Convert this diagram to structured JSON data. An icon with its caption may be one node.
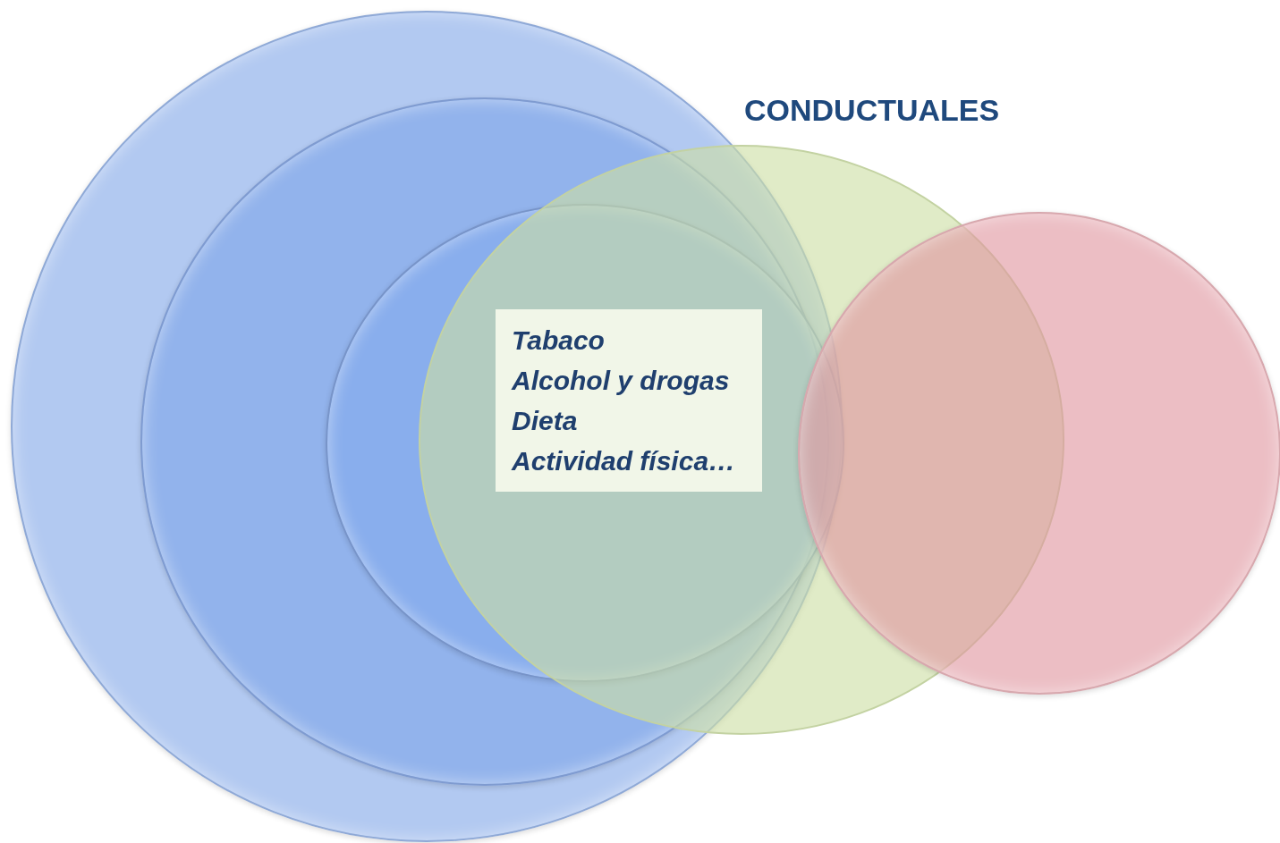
{
  "diagram": {
    "nodes": [
      {
        "text": [],
        "shape": "circle"
      },
      {
        "text": [],
        "shape": "circle",
        "in": 0
      },
      {
        "text": [],
        "shape": "circle",
        "in": 1
      },
      {
        "text": [
          "CONDUCTUALES"
        ]
      },
      {
        "text": [
          "Tabaco",
          "Alcohol y drogas",
          "Dieta",
          "Actividad física…"
        ],
        "in": 2
      },
      {
        "text": [],
        "shape": "circle"
      }
    ],
    "edges": []
  }
}
